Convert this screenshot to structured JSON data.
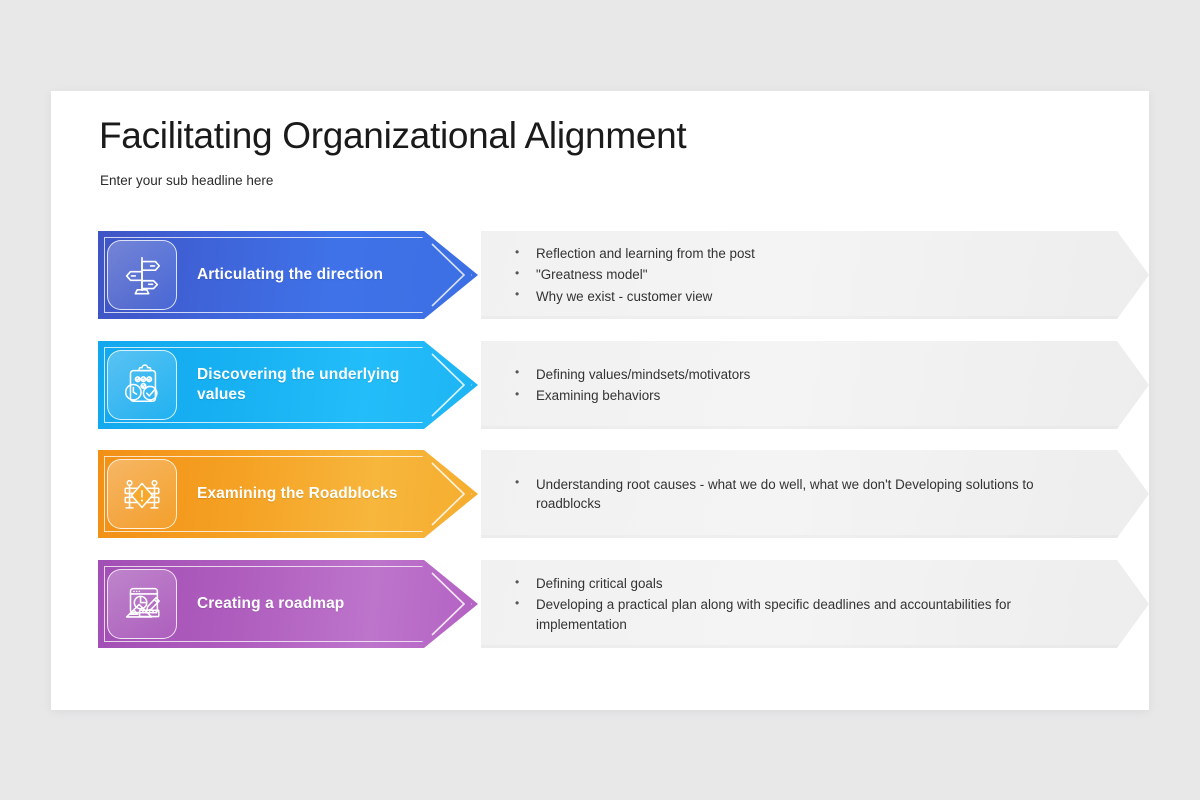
{
  "slide": {
    "title": "Facilitating Organizational Alignment",
    "subtitle": "Enter your sub headline here",
    "background_color": "#e8e8e9",
    "card_color": "#ffffff"
  },
  "rows": [
    {
      "label": "Articulating the direction",
      "icon": "signpost-icon",
      "color_start": "#3f54c4",
      "color_end": "#3c6fe4",
      "bullets": [
        "Reflection and learning from the post",
        "\"Greatness model\"",
        "Why we exist - customer view"
      ]
    },
    {
      "label": "Discovering the underlying values",
      "icon": "clipboard-checklist-clock-icon",
      "color_start": "#13a8ee",
      "color_end": "#1eb4f3",
      "bullets": [
        "Defining values/mindsets/motivators",
        "Examining behaviors"
      ]
    },
    {
      "label": "Examining the Roadblocks",
      "icon": "roadblock-warning-icon",
      "color_start": "#f29016",
      "color_end": "#f5ad2e",
      "bullets": [
        "Understanding root causes - what we do well, what we don't Developing solutions to roadblocks"
      ]
    },
    {
      "label": "Creating a roadmap",
      "icon": "drafting-tools-icon",
      "color_start": "#a24fb5",
      "color_end": "#b362c3",
      "bullets": [
        "Defining critical goals",
        "Developing a practical plan along with specific deadlines and accountabilities for implementation"
      ]
    }
  ],
  "panel": {
    "fill_color": "#f2f2f2"
  }
}
